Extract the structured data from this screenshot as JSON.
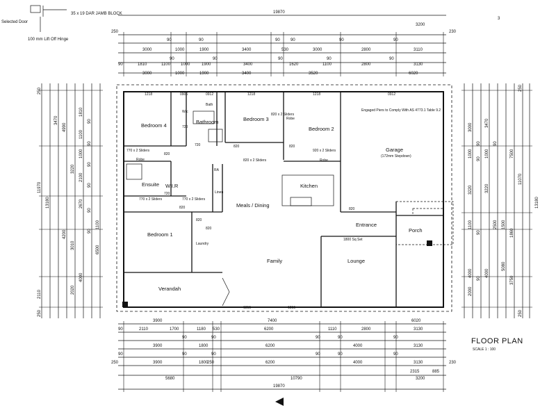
{
  "legend": {
    "selected_door": "Selected Door",
    "jamb_block": "35 x 19 DAR JAMB BLOCK",
    "lift_off_hinge": "100 mm Lift Off Hinge"
  },
  "title": "FLOOR PLAN",
  "scale": "SCALE 1 : 100",
  "corner_mark": "3",
  "rooms": {
    "bedroom4": "Bedroom 4",
    "wc": "W/c",
    "bath": "Bath",
    "bathroom": "Bathroom",
    "bedroom3": "Bedroom 3",
    "robe_bed3": "Robe",
    "bedroom2": "Bedroom 2",
    "garage": "Garage",
    "garage_note": "(172mm Stepdown)",
    "piers_note": "Engaged Piers to Comply With AS 4773.1 Table 9.2",
    "robe1": "Robe",
    "robe2": "Robe",
    "ensuite": "Ensuite",
    "wir": "W.I.R",
    "ra": "RA",
    "linen": "Linen",
    "kitchen": "Kitchen",
    "meals": "Meals / Dining",
    "bedroom1": "Bedroom 1",
    "laundry": "Laundry",
    "family": "Family",
    "entrance": "Entrance",
    "porch": "Porch",
    "lounge": "Lounge",
    "verandah": "Verandah",
    "bulkhead": "1800 Sq Set"
  },
  "top_dims": {
    "overall": "19870",
    "row1": [
      "250",
      "3200",
      "230"
    ],
    "row2": [
      "90",
      "90",
      "90",
      "90",
      "90",
      "90"
    ],
    "row3": [
      "3000",
      "1000",
      "1900",
      "3400",
      "530",
      "3000",
      "2800",
      "3110"
    ],
    "row4": [
      "90",
      "90",
      "90",
      "90",
      "90"
    ],
    "row5": [
      "90",
      "1810",
      "1100",
      "1000",
      "1900",
      "3400",
      "1620",
      "1100",
      "2800",
      "3130"
    ],
    "row6": [
      "3000",
      "1000",
      "1900",
      "3400",
      "3520",
      "6020"
    ]
  },
  "bottom_dims": {
    "row1": [
      "3900",
      "7400",
      "6020"
    ],
    "row2": [
      "90",
      "2110",
      "1700",
      "1180",
      "530",
      "6200",
      "1110",
      "2800",
      "3130"
    ],
    "row3": [
      "90",
      "90",
      "90",
      "90",
      "90"
    ],
    "row4": [
      "3900",
      "1800",
      "6200",
      "4000",
      "3130"
    ],
    "row5": [
      "90",
      "90",
      "90",
      "90",
      "90",
      "90"
    ],
    "row6": [
      "3900",
      "1800",
      "6200",
      "4000",
      "3130"
    ],
    "row7": [
      "250",
      "250",
      "230"
    ],
    "row8": [
      "2315",
      "885"
    ],
    "row9": [
      "5680",
      "10790",
      "3200"
    ],
    "overall": "19870"
  },
  "left_dims": {
    "outer": [
      "250",
      "11970",
      "2110",
      "250"
    ],
    "overall": "13180",
    "col1": [
      "3470",
      "4990",
      "3220",
      "4200",
      "3010",
      "4000",
      "2020"
    ],
    "col2": [
      "1810",
      "90",
      "1100",
      "90",
      "1000",
      "90",
      "2100",
      "90",
      "2670",
      "90",
      "1100",
      "90",
      "6500"
    ]
  },
  "right_dims": {
    "col1": [
      "3000",
      "90",
      "1000",
      "90",
      "3220",
      "1100",
      "90",
      "4000",
      "90",
      "2000"
    ],
    "col2": [
      "3470",
      "90",
      "1000",
      "3220",
      "2500",
      "4000"
    ],
    "col3": [
      "250",
      "7500",
      "11070",
      "1500",
      "1860",
      "5080",
      "3750",
      "250"
    ],
    "overall": "13180"
  },
  "wall_dims": {
    "top_windows": [
      "1218",
      "0906",
      "0912",
      "1218",
      "1218",
      "0912"
    ],
    "bottom_windows": [
      "1815",
      "1815"
    ],
    "robe_doors": [
      "770 x 2 Sliders",
      "920 x 2 Sliders",
      "820 x 2 Sliders",
      "820 x 2 Sliders",
      "770 x 2 Sliders",
      "770 x 2 Sliders"
    ],
    "doors": [
      "820",
      "820",
      "820",
      "820",
      "820",
      "720",
      "820",
      "820",
      "720",
      "720"
    ]
  }
}
